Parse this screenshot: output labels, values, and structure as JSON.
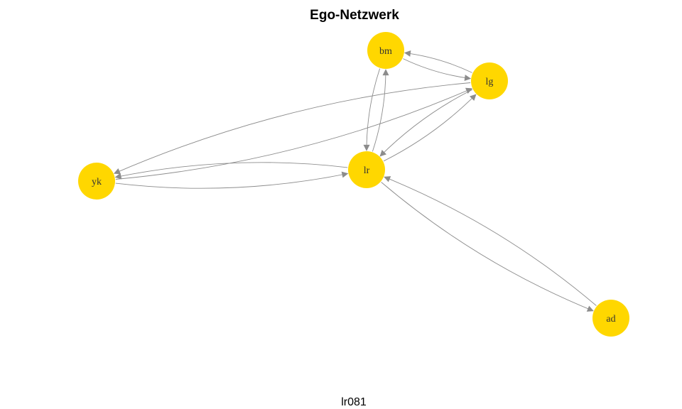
{
  "diagram": {
    "title": "Ego-Netzwerk",
    "subtitle": "lr081",
    "colors": {
      "node": "#FFD700",
      "edge": "#8C8C8C",
      "label": "#333333"
    },
    "nodes": [
      {
        "id": "bm",
        "label": "bm"
      },
      {
        "id": "lg",
        "label": "lg"
      },
      {
        "id": "lr",
        "label": "lr"
      },
      {
        "id": "yk",
        "label": "yk"
      },
      {
        "id": "ad",
        "label": "ad"
      }
    ],
    "edges": [
      {
        "from": "bm",
        "to": "lg"
      },
      {
        "from": "lg",
        "to": "bm"
      },
      {
        "from": "bm",
        "to": "lr"
      },
      {
        "from": "lr",
        "to": "bm"
      },
      {
        "from": "lg",
        "to": "lr"
      },
      {
        "from": "lr",
        "to": "lg"
      },
      {
        "from": "lg",
        "to": "yk"
      },
      {
        "from": "yk",
        "to": "lg"
      },
      {
        "from": "lr",
        "to": "yk"
      },
      {
        "from": "yk",
        "to": "lr"
      },
      {
        "from": "lr",
        "to": "ad"
      },
      {
        "from": "ad",
        "to": "lr"
      }
    ]
  }
}
